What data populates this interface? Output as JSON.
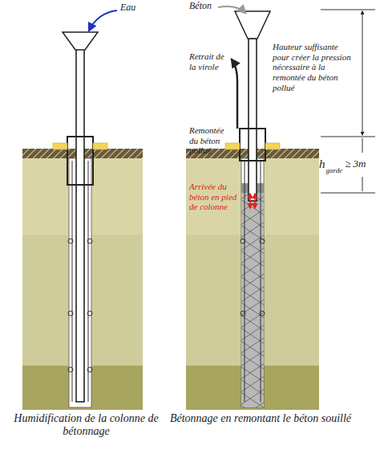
{
  "diagram": {
    "labels": [
      "Eau",
      "Béton",
      "Retrait de la virole",
      "Hauteur suffisante pour créer la pression nécessaire à la remontée du béton pollué",
      "Remontée du béton pollué",
      "h",
      "garde",
      "≥ 3m",
      "Arrivée du béton en pied de colonne",
      "Humidification de la colonne de bétonnage",
      "Bétonnage en remontant le béton souillé"
    ]
  }
}
